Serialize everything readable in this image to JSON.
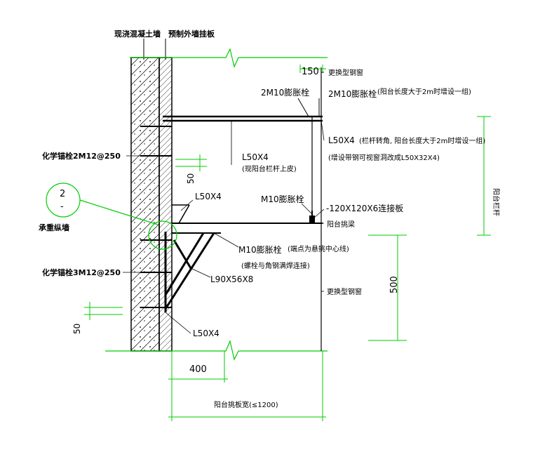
{
  "labels": {
    "cast_in_place_wall": "现浇混凝土墙",
    "precast_panel": "预制外墙挂板",
    "chemical_anchor_top": "化学锚栓2M12@250",
    "chemical_anchor_bottom": "化学锚栓3M12@250",
    "bearing_beam": "承重纵墙",
    "dim_150": "150",
    "top_right_note": "更换型钢窗",
    "bolt_2m10_left": "2M10膨胀栓",
    "bolt_2m10_right": "2M10膨胀栓",
    "bolt_2m10_right_note": "(阳台长度大于2m时增设一组)",
    "angle_l50x4_right": "L50X4",
    "angle_l50x4_right_note": "(栏杆转角, 阳台长度大于2m时增设一组)",
    "angle_l50x4_right_note2": "(增设带钢可视窗洞改成L50X32X4)",
    "angle_l50x4_mid": "L50X4",
    "angle_l50x4_mid_note": "(现阳台栏杆上皮)",
    "vertical_dim_text": "阳台栏杆",
    "dim_50_top": "50",
    "angle_l50x4_upper": "L50X4",
    "bolt_m10_mid": "M10膨胀栓",
    "plate_120": "-120X120X6连接板",
    "balcony_slab_beam": "阳台挑梁",
    "circle_top": "2",
    "circle_bottom": "-",
    "bolt_m10_lower": "M10膨胀栓",
    "bolt_m10_lower_note": "(端点为悬挑中心线)",
    "bolt_m10_lower_note2": "(螺栓与角钢满焊连接)",
    "angle_l90": "L90X56X8",
    "dim_500": "500",
    "lower_right_note": "更换型钢窗",
    "dim_50_bottom": "50",
    "angle_l50x4_bottom": "L50X4",
    "dim_400": "400",
    "bottom_dim_text": "阳台挑板宽(≤1200)"
  },
  "colors": {
    "line": "#000000",
    "dimension": "#00cc00",
    "callout_circle": "#00cc00",
    "hatch": "#000000"
  }
}
